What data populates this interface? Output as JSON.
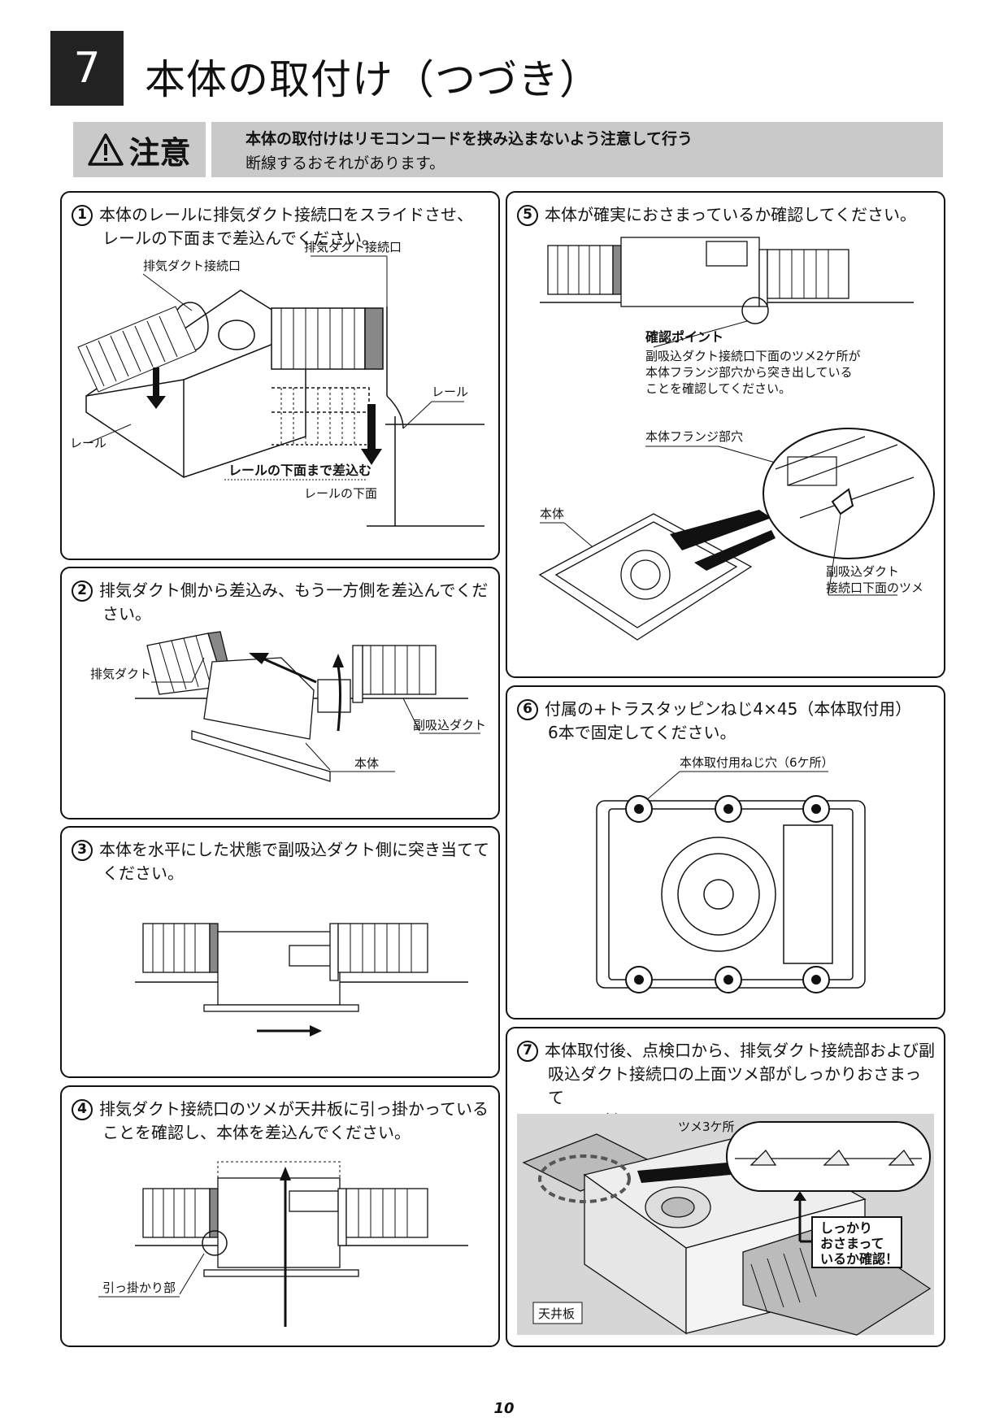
{
  "section": {
    "number": "7",
    "title": "本体の取付け（つづき）"
  },
  "caution": {
    "label": "注意",
    "line1": "本体の取付けはリモコンコードを挟み込まないよう注意して行う",
    "line2": "断線するおそれがあります。"
  },
  "steps": [
    {
      "num": "1",
      "line1": "本体のレールに排気ダクト接続口をスライドさせ、",
      "line2": "レールの下面まで差込んでください。",
      "labels": {
        "duct_port_a": "排気ダクト接続口",
        "duct_port_b": "排気ダクト接続口",
        "rail_a": "レール",
        "rail_b": "レール",
        "insert_to_bottom": "レールの下面まで差込む",
        "rail_bottom": "レールの下面"
      }
    },
    {
      "num": "2",
      "line1": "排気ダクト側から差込み、もう一方側を差込んでくだ",
      "line2": "さい。",
      "labels": {
        "exhaust_duct": "排気ダクト",
        "sub_intake_duct": "副吸込ダクト",
        "body": "本体"
      }
    },
    {
      "num": "3",
      "line1": "本体を水平にした状態で副吸込ダクト側に突き当てて",
      "line2": "ください。"
    },
    {
      "num": "4",
      "line1": "排気ダクト接続口のツメが天井板に引っ掛かっている",
      "line2": "ことを確認し、本体を差込んでください。",
      "labels": {
        "hook_part": "引っ掛かり部"
      }
    },
    {
      "num": "5",
      "line1": "本体が確実におさまっているか確認してください。",
      "labels": {
        "check_point": "確認ポイント",
        "note1": "副吸込ダクト接続口下面のツメ2ケ所が",
        "note2": "本体フランジ部穴から突き出している",
        "note3": "ことを確認してください。",
        "flange_hole": "本体フランジ部穴",
        "body": "本体",
        "claw1": "副吸込ダクト",
        "claw2": "接続口下面のツメ"
      }
    },
    {
      "num": "6",
      "line1": "付属の+トラスタッピンねじ4×45（本体取付用）",
      "line2": "6本で固定してください。",
      "labels": {
        "screw_holes": "本体取付用ねじ穴（6ケ所）"
      }
    },
    {
      "num": "7",
      "line1": "本体取付後、点検口から、排気ダクト接続部および副",
      "line2": "吸込ダクト接続口の上面ツメ部がしっかりおさまって",
      "line3": "いるか確認してください。",
      "labels": {
        "claws": "ツメ3ケ所",
        "confirm1": "しっかり",
        "confirm2": "おさまって",
        "confirm3": "いるか確認！",
        "ceiling": "天井板"
      }
    }
  ],
  "page_number": "10"
}
